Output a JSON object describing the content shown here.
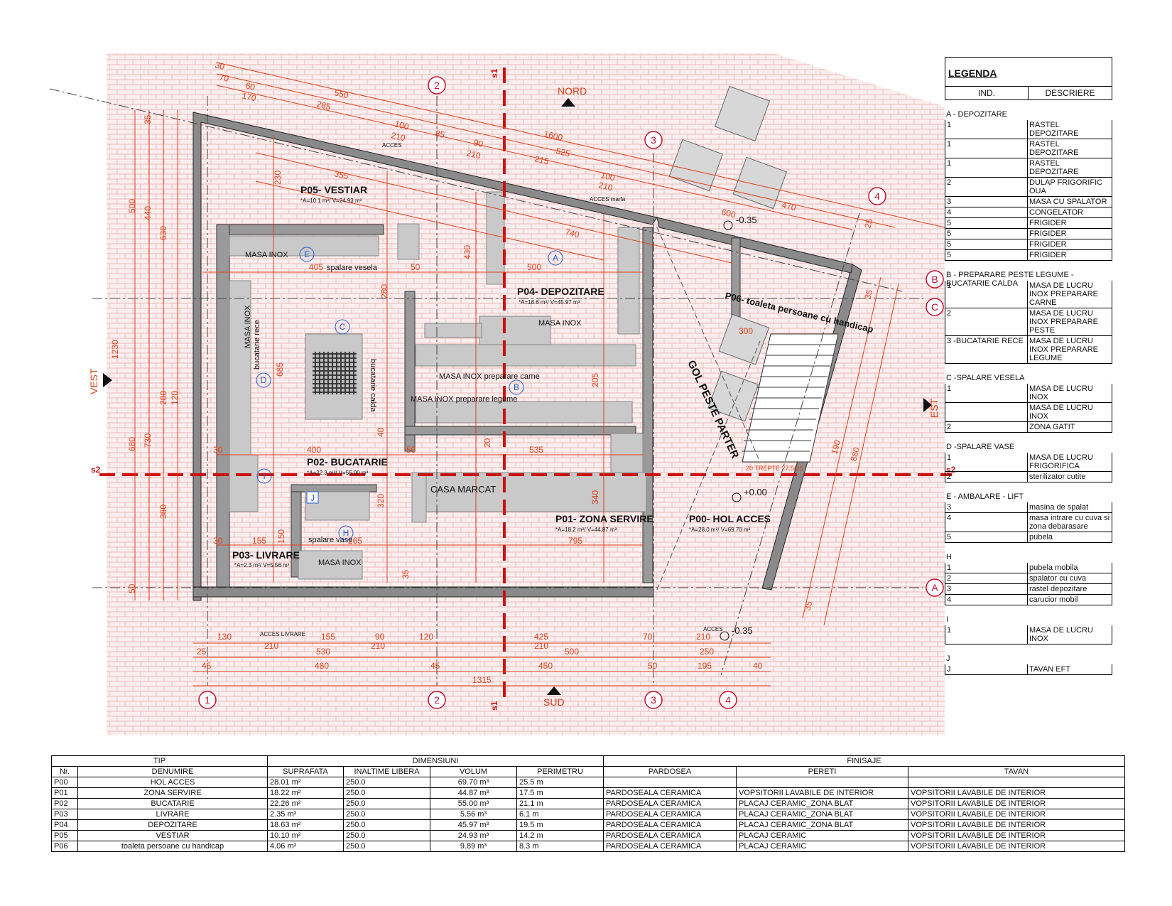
{
  "plan": {
    "orientation": {
      "north": "NORD",
      "south": "SUD",
      "east": "EST",
      "west": "VEST"
    },
    "axes": {
      "numbers": [
        "1",
        "2",
        "3",
        "4"
      ],
      "letters": [
        "A",
        "B",
        "C"
      ]
    },
    "section_marks": [
      "s1",
      "s1",
      "s2",
      "s2"
    ],
    "rooms": [
      {
        "name": "P05- VESTIAR",
        "stats": "*A=10.1 m²/ V=24.93 m³"
      },
      {
        "name": "P04- DEPOZITARE",
        "stats": "*A=18.6 m²/ V=45.97 m³"
      },
      {
        "name": "P02- BUCATARIE",
        "stats": "*A=22.3 m²/ V=55.00 m³"
      },
      {
        "name": "P03- LIVRARE",
        "stats": "*A=2.3 m²/ V=5.56 m³"
      },
      {
        "name": "P01- ZONA SERVIRE",
        "stats": "*A=18.2 m²/ V=44.87 m³"
      },
      {
        "name": "P00- HOL ACCES",
        "stats": "*A=28.0 m²/ V=69.70 m³"
      },
      {
        "name": "P06- toaleta persoane cu handicap",
        "stats": ""
      }
    ],
    "labels": {
      "masa_inox": "MASA INOX",
      "spalare_vesela": "spalare vesela",
      "bucatarie_rece": "bucatarie rece",
      "bucatarie_calda": "bucatarie calda",
      "masa_inox_carne": "MASA INOX preparare carne",
      "masa_inox_legume": "MASA INOX preparare legume",
      "casa_marcat": "CASA MARCAT",
      "spalare_vase": "spalare vase",
      "gol_peste_parter": "GOL PESTE PARTER",
      "trepte": "20 TREPTE 27.5/15",
      "acces": "ACCES",
      "acces_livrare": "ACCES LIVRARE",
      "acces_marfa": "ACCES marfa"
    },
    "levels": [
      "-0.35",
      "+0.00",
      "-0.35"
    ],
    "zone_markers": [
      "A",
      "B",
      "C",
      "D",
      "E",
      "H",
      "I",
      "J"
    ],
    "dims_top": [
      "30",
      "70",
      "60",
      "170",
      "550",
      "285",
      "100",
      "210",
      "85",
      "90",
      "210",
      "215",
      "1600",
      "525",
      "100",
      "210",
      "600",
      "470",
      "740",
      "355",
      "230",
      "405",
      "50",
      "500",
      "25"
    ],
    "dims_bottom": [
      "130",
      "155",
      "90",
      "120",
      "425",
      "70",
      "210",
      "210",
      "210",
      "210",
      "25",
      "530",
      "500",
      "45",
      "480",
      "45",
      "450",
      "50",
      "195",
      "40",
      "1315",
      "250"
    ],
    "dims_left": [
      "35",
      "500",
      "440",
      "630",
      "1230",
      "680",
      "730",
      "200",
      "120",
      "380",
      "50"
    ],
    "dims_right": [
      "35",
      "190",
      "880",
      "35",
      "300"
    ],
    "dims_inner": [
      "685",
      "400",
      "50",
      "535",
      "795",
      "155",
      "265",
      "30",
      "30",
      "430",
      "280",
      "205",
      "340",
      "320",
      "150",
      "40",
      "20",
      "35"
    ]
  },
  "legend": {
    "title": "LEGENDA",
    "col_ind": "IND.",
    "col_desc": "DESCRIERE",
    "groups": [
      {
        "name": "A - DEPOZITARE",
        "rows": [
          {
            "ind": "1",
            "desc": "RASTEL DEPOZITARE"
          },
          {
            "ind": "1",
            "desc": "RASTEL DEPOZITARE"
          },
          {
            "ind": "1",
            "desc": "RASTEL DEPOZITARE"
          },
          {
            "ind": "2",
            "desc": "DULAP FRIGORIFIC OUA"
          },
          {
            "ind": "3",
            "desc": "MASA CU SPALATOR"
          },
          {
            "ind": "4",
            "desc": "CONGELATOR"
          },
          {
            "ind": "5",
            "desc": "FRIGIDER"
          },
          {
            "ind": "5",
            "desc": "FRIGIDER"
          },
          {
            "ind": "5",
            "desc": "FRIGIDER"
          },
          {
            "ind": "5",
            "desc": "FRIGIDER"
          }
        ]
      },
      {
        "name": "B - PREPARARE PESTE LEGUME - BUCATARIE CALDA",
        "rows": [
          {
            "ind": "1",
            "desc": "MASA DE LUCRU INOX PREPARARE CARNE"
          },
          {
            "ind": "2",
            "desc": "MASA DE LUCRU INOX PREPARARE PESTE"
          },
          {
            "ind": "3 -BUCATARIE RECE",
            "desc": "MASA DE LUCRU INOX PREPARARE LEGUME"
          }
        ]
      },
      {
        "name": "C -SPALARE VESELA",
        "rows": [
          {
            "ind": "1",
            "desc": "MASA DE LUCRU INOX"
          },
          {
            "ind": "",
            "desc": "MASA DE LUCRU INOX"
          },
          {
            "ind": "2",
            "desc": "ZONA GATIT"
          }
        ]
      },
      {
        "name": "D -SPALARE VASE",
        "rows": [
          {
            "ind": "1",
            "desc": "MASA DE LUCRU FRIGORIFICA"
          },
          {
            "ind": "2",
            "desc": "sterilizator cutite"
          }
        ]
      },
      {
        "name": "E - AMBALARE - LIFT",
        "rows": [
          {
            "ind": "3",
            "desc": "masina de spalat"
          },
          {
            "ind": "4",
            "desc": "masa intrare cu cuva si zona debarasare"
          },
          {
            "ind": "5",
            "desc": "pubela"
          }
        ]
      },
      {
        "name": "H",
        "rows": [
          {
            "ind": "1",
            "desc": "pubela mobila"
          },
          {
            "ind": "2",
            "desc": "spalator cu cuva"
          },
          {
            "ind": "3",
            "desc": "rastel depozitare"
          },
          {
            "ind": "4",
            "desc": "carucior mobil"
          }
        ]
      },
      {
        "name": "I",
        "rows": [
          {
            "ind": "1",
            "desc": "MASA DE LUCRU INOX"
          }
        ]
      },
      {
        "name": "J",
        "rows": [
          {
            "ind": "J",
            "desc": "TAVAN EFT"
          }
        ]
      }
    ]
  },
  "room_table": {
    "group_headers": {
      "tip": "TIP",
      "dimensiuni": "DIMENSIUNI",
      "finisaje": "FINISAJE"
    },
    "columns": [
      "Nr.",
      "DENUMIRE",
      "SUPRAFATA",
      "INALTIME LIBERA",
      "VOLUM",
      "PERIMETRU",
      "PARDOSEA",
      "PERETI",
      "TAVAN"
    ],
    "rows": [
      {
        "nr": "P00",
        "denumire": "HOL ACCES",
        "suprafata": "28.01 m²",
        "inaltime": "250.0",
        "volum": "69.70 m³",
        "perimetru": "25.5 m",
        "pardosea": "",
        "pereti": "",
        "tavan": ""
      },
      {
        "nr": "P01",
        "denumire": "ZONA SERVIRE",
        "suprafata": "18.22 m²",
        "inaltime": "250.0",
        "volum": "44.87 m³",
        "perimetru": "17.5 m",
        "pardosea": "PARDOSEALA CERAMICA",
        "pereti": "VOPSITORII LAVABILE DE INTERIOR",
        "tavan": "VOPSITORII LAVABILE DE INTERIOR"
      },
      {
        "nr": "P02",
        "denumire": "BUCATARIE",
        "suprafata": "22.26 m²",
        "inaltime": "250.0",
        "volum": "55.00 m³",
        "perimetru": "21.1 m",
        "pardosea": "PARDOSEALA CERAMICA",
        "pereti": "PLACAJ CERAMIC_ZONA BLAT",
        "tavan": "VOPSITORII LAVABILE DE INTERIOR"
      },
      {
        "nr": "P03",
        "denumire": "LIVRARE",
        "suprafata": "2.35 m²",
        "inaltime": "250.0",
        "volum": "5.56 m³",
        "perimetru": "6.1 m",
        "pardosea": "PARDOSEALA CERAMICA",
        "pereti": "PLACAJ CERAMIC_ZONA BLAT",
        "tavan": "VOPSITORII LAVABILE DE INTERIOR"
      },
      {
        "nr": "P04",
        "denumire": "DEPOZITARE",
        "suprafata": "18.63 m²",
        "inaltime": "250.0",
        "volum": "45.97 m³",
        "perimetru": "19.5 m",
        "pardosea": "PARDOSEALA CERAMICA",
        "pereti": "PLACAJ CERAMIC_ZONA BLAT",
        "tavan": "VOPSITORII LAVABILE DE INTERIOR"
      },
      {
        "nr": "P05",
        "denumire": "VESTIAR",
        "suprafata": "10.10 m²",
        "inaltime": "250.0",
        "volum": "24.93 m³",
        "perimetru": "14.2 m",
        "pardosea": "PARDOSEALA CERAMICA",
        "pereti": "PLACAJ CERAMIC",
        "tavan": "VOPSITORII LAVABILE DE INTERIOR"
      },
      {
        "nr": "P06",
        "denumire": "toaleta persoane cu handicap",
        "suprafata": "4.06 m²",
        "inaltime": "250.0",
        "volum": "9.89 m³",
        "perimetru": "8.3 m",
        "pardosea": "PARDOSEALA CERAMICA",
        "pereti": "PLACAJ CERAMIC",
        "tavan": "VOPSITORII LAVABILE DE INTERIOR"
      }
    ]
  },
  "colors": {
    "dimension": "#e0401a",
    "axis_bubble": "#c8102e",
    "wall": "#8a8a8a",
    "paving": "#f3d4d4",
    "zone_marker": "#1f5fd6",
    "section": "#cc1111"
  }
}
